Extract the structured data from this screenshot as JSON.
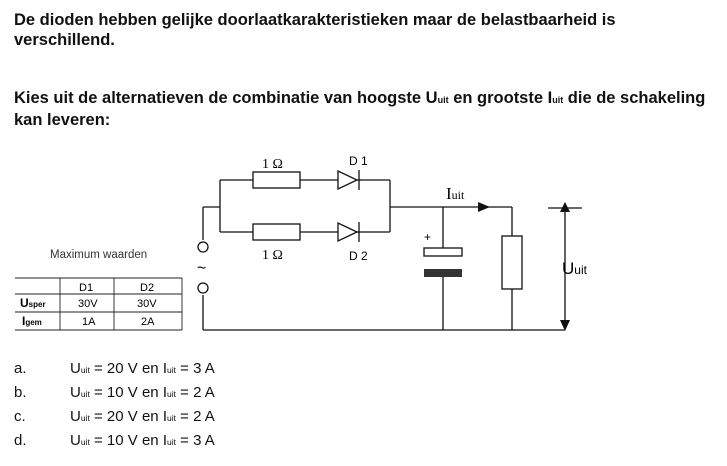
{
  "question": {
    "line1": "De dioden hebben gelijke doorlaatkarakteristieken maar de belastbaarheid is verschillend.",
    "line2_pre": "Kies uit de alternatieven de combinatie van hoogste U",
    "line2_sub1": "uit",
    "line2_mid": " en grootste I",
    "line2_sub2": "uit",
    "line2_post": " die de schakeling kan leveren:"
  },
  "circuit": {
    "resistor_top": "1 Ω",
    "resistor_bottom": "1 Ω",
    "diode_top": "D 1",
    "diode_bottom": "D 2",
    "current_label": "I",
    "current_sub": "uit",
    "voltage_label": "U",
    "voltage_sub": "uit",
    "plus_sign": "+",
    "ac_symbol": "~"
  },
  "table": {
    "caption": "Maximum waarden",
    "headers": [
      "",
      "D1",
      "D2"
    ],
    "rows": [
      {
        "symbol": "U",
        "sub": "sper",
        "d1": "30V",
        "d2": "30V"
      },
      {
        "symbol": "I",
        "sub": "gem",
        "d1": "1A",
        "d2": "2A"
      }
    ]
  },
  "options": [
    {
      "letter": "a.",
      "u": "U",
      "u_sub": "uit",
      "u_val": " = 20 V en ",
      "i": "I",
      "i_sub": "uit",
      "i_val": " = 3 A"
    },
    {
      "letter": "b.",
      "u": "U",
      "u_sub": "uit",
      "u_val": " = 10 V en ",
      "i": "I",
      "i_sub": "uit",
      "i_val": " = 2 A"
    },
    {
      "letter": "c.",
      "u": "U",
      "u_sub": "uit",
      "u_val": " = 20 V en ",
      "i": "I",
      "i_sub": "uit",
      "i_val": " = 2 A"
    },
    {
      "letter": "d.",
      "u": "U",
      "u_sub": "uit",
      "u_val": " = 10 V en ",
      "i": "I",
      "i_sub": "uit",
      "i_val": " = 3 A"
    }
  ]
}
